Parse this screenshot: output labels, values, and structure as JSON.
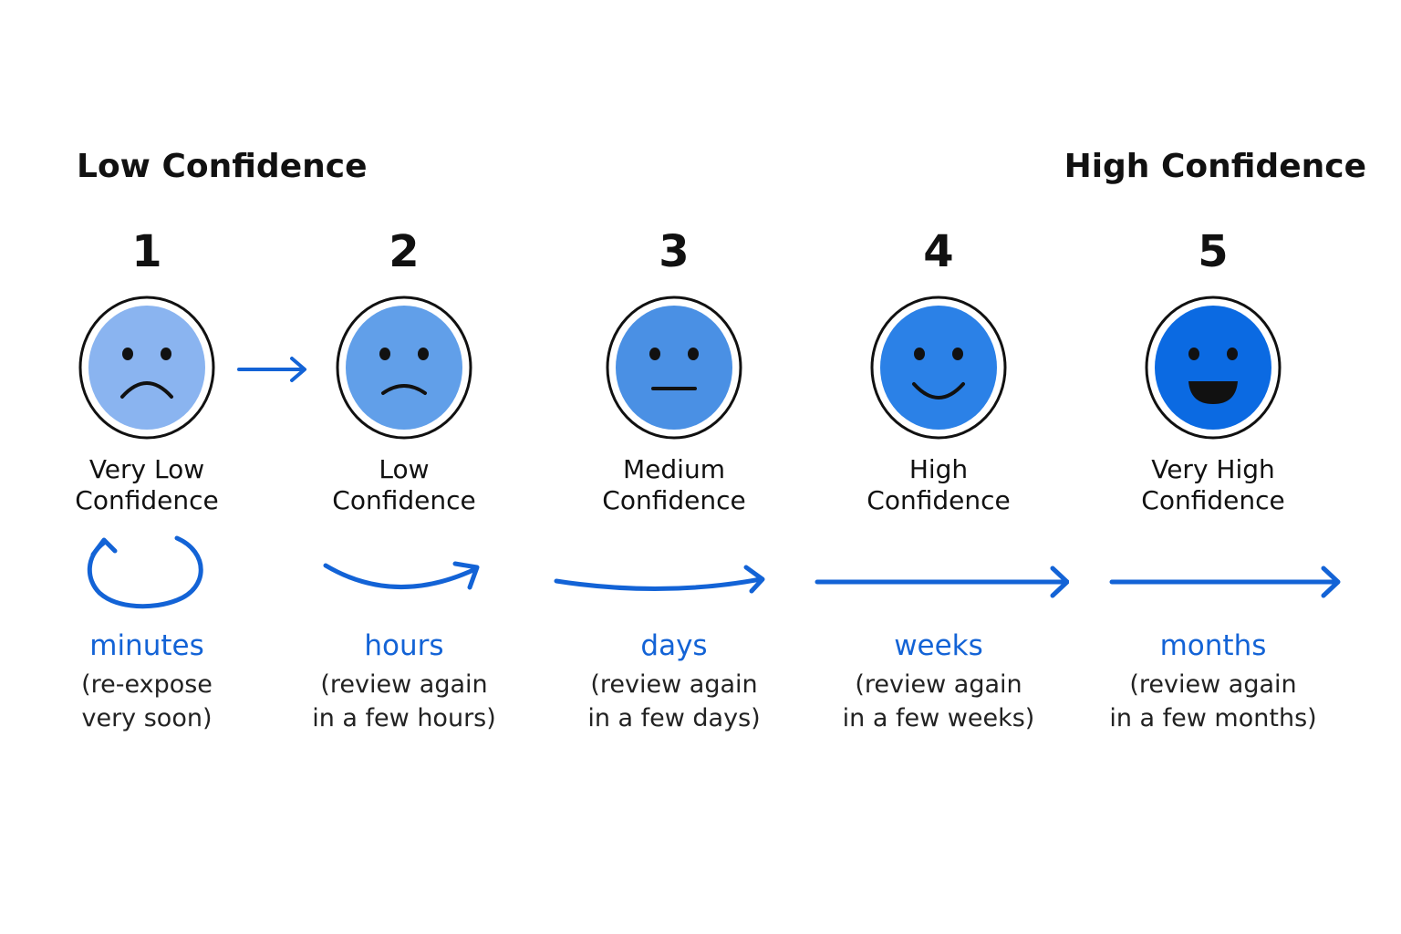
{
  "scale": {
    "low_label": "Low Confidence",
    "high_label": "High Confidence"
  },
  "colors": {
    "accent": "#1363d6",
    "outline": "#111111",
    "face_1": "#8ab4f0",
    "face_2": "#619fe9",
    "face_3": "#4a90e4",
    "face_4": "#2b81e7",
    "face_5": "#0b6ae2"
  },
  "levels": [
    {
      "number": "1",
      "name_line1": "Very Low",
      "name_line2": "Confidence",
      "expression": "sad",
      "interval": "minutes",
      "note_line1": "(re-expose",
      "note_line2": "very soon)",
      "interval_icon": "loop-arrow-icon"
    },
    {
      "number": "2",
      "name_line1": "Low",
      "name_line2": "Confidence",
      "expression": "slightly-sad",
      "interval": "hours",
      "note_line1": "(review again",
      "note_line2": "in a few hours)",
      "interval_icon": "short-curved-arrow-icon"
    },
    {
      "number": "3",
      "name_line1": "Medium",
      "name_line2": "Confidence",
      "expression": "neutral",
      "interval": "days",
      "note_line1": "(review again",
      "note_line2": "in a few days)",
      "interval_icon": "long-curved-arrow-icon"
    },
    {
      "number": "4",
      "name_line1": "High",
      "name_line2": "Confidence",
      "expression": "smile",
      "interval": "weeks",
      "note_line1": "(review again",
      "note_line2": "in a few weeks)",
      "interval_icon": "straight-arrow-icon"
    },
    {
      "number": "5",
      "name_line1": "Very High",
      "name_line2": "Confidence",
      "expression": "big-smile",
      "interval": "months",
      "note_line1": "(review again",
      "note_line2": "in a few months)",
      "interval_icon": "long-straight-arrow-icon"
    }
  ]
}
